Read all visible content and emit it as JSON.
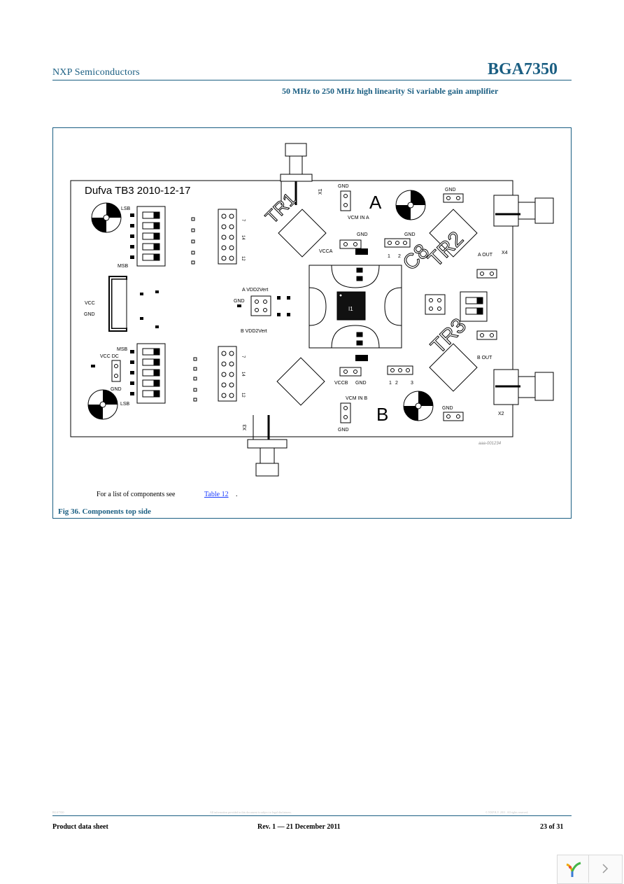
{
  "header": {
    "company": "NXP Semiconductors",
    "product": "BGA7350",
    "subtitle": "50 MHz to 250 MHz high linearity Si variable gain amplifier"
  },
  "figure": {
    "caption": "Fig 36. Components top side",
    "note_prefix": "For a list of components see",
    "note_link": "Table 12",
    "note_suffix": ".",
    "pcb_title": "Dufva TB3 2010-12-17",
    "code": "aaa-001234",
    "labels": {
      "lsb": "LSB",
      "msb": "MSB",
      "vcc": "VCC",
      "gnd": "GND",
      "vcc_dc": "VCC DC",
      "a": "A",
      "b": "B",
      "vcm_in_a": "VCM IN A",
      "vcm_in_b": "VCM IN B",
      "vcca": "VCCA",
      "vccb": "VCCB",
      "a_out": "A OUT",
      "b_out": "B OUT",
      "a_vdd": "A VDD2Vert",
      "b_vdd": "B VDD2Vert",
      "x1": "X1",
      "x2": "X2",
      "x3": "X3",
      "x4": "X4",
      "tr1": "TR1",
      "tr2": "TR2",
      "tr3": "TR3",
      "c8": "C8",
      "ic": "I1",
      "pin1": "1",
      "pin2": "2",
      "pin3": "3",
      "pin14": "14",
      "pin12": "12",
      "pin7": "7"
    }
  },
  "footer": {
    "left": "Product data sheet",
    "center": "Rev. 1 — 21 December 2011",
    "right": "23 of 31",
    "fine_left": "BGA7350",
    "fine_center": "All information provided in this document is subject to legal disclaimers.",
    "fine_right": "© NXP B.V. 2011. All rights reserved."
  },
  "colors": {
    "accent": "#1a5e82",
    "link": "#1a3cff"
  }
}
